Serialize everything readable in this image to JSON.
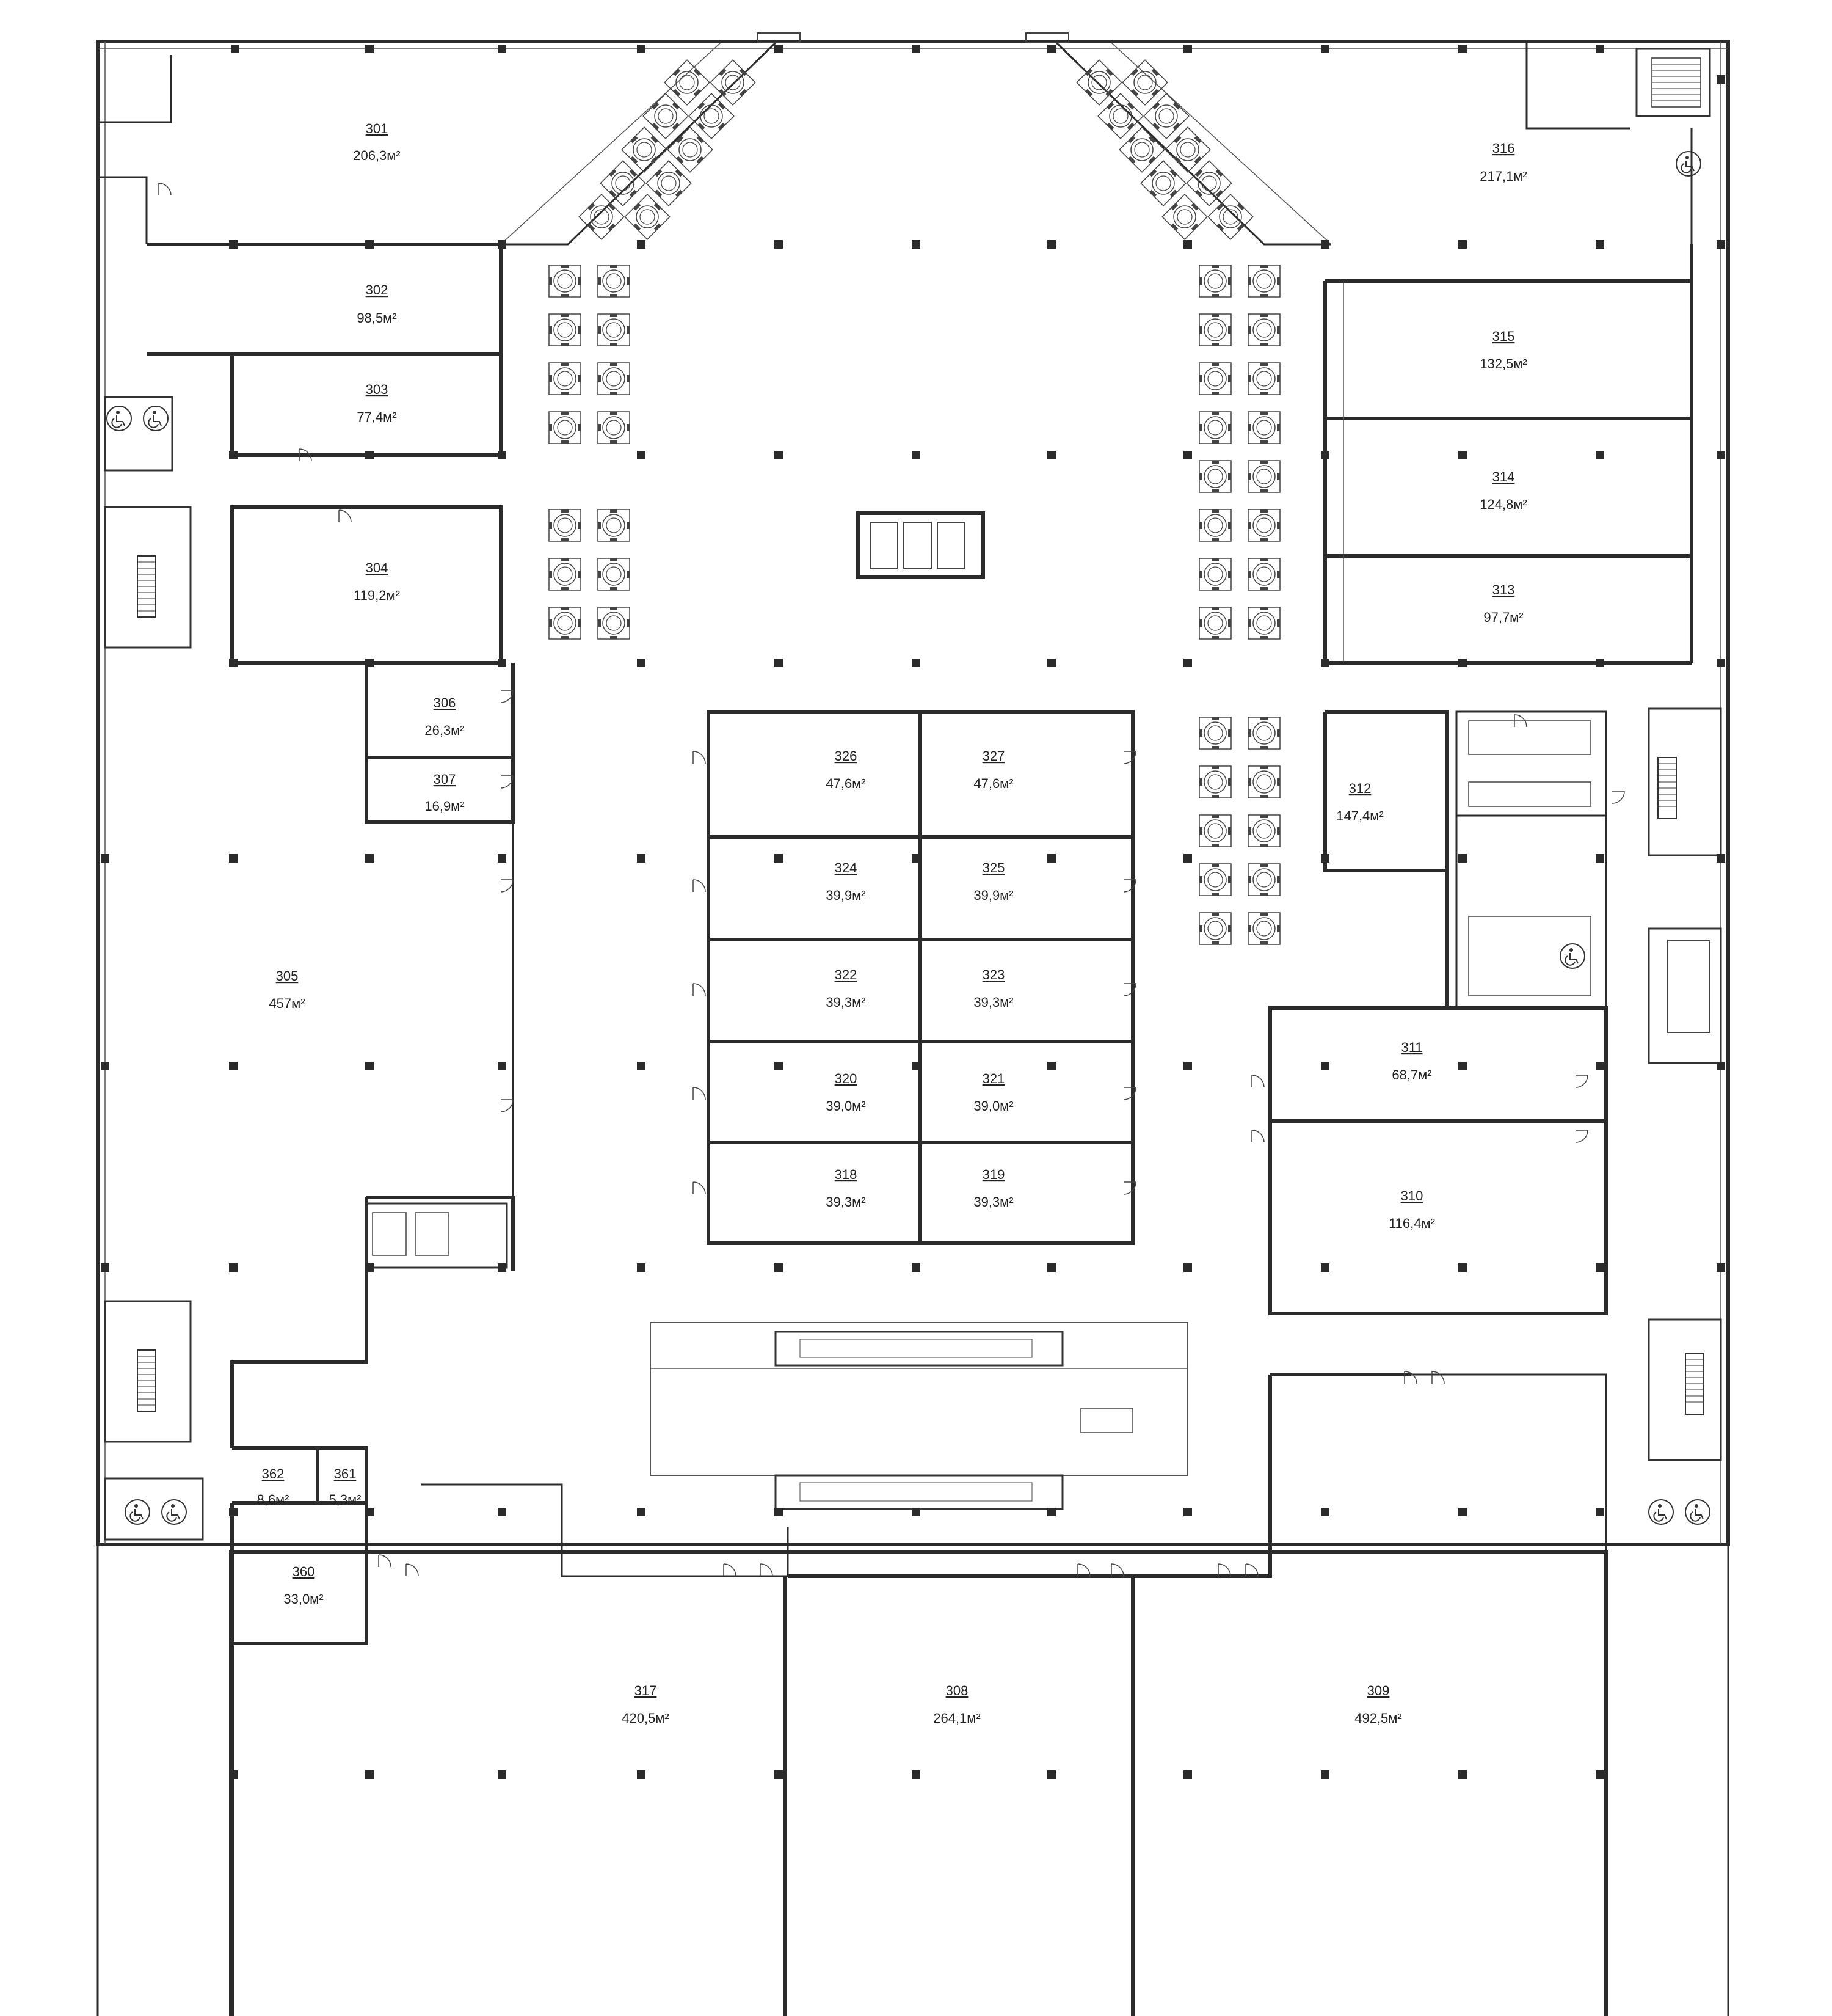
{
  "plan": {
    "unit": "м²",
    "colors": {
      "wall": "#2b2b2b",
      "column": "#2b2b2b",
      "background": "#ffffff"
    },
    "rooms": [
      {
        "id": "301",
        "area": "206,3м²"
      },
      {
        "id": "302",
        "area": "98,5м²"
      },
      {
        "id": "303",
        "area": "77,4м²"
      },
      {
        "id": "304",
        "area": "119,2м²"
      },
      {
        "id": "305",
        "area": "457м²"
      },
      {
        "id": "306",
        "area": "26,3м²"
      },
      {
        "id": "307",
        "area": "16,9м²"
      },
      {
        "id": "308",
        "area": "264,1м²"
      },
      {
        "id": "309",
        "area": "492,5м²"
      },
      {
        "id": "310",
        "area": "116,4м²"
      },
      {
        "id": "311",
        "area": "68,7м²"
      },
      {
        "id": "312",
        "area": "147,4м²"
      },
      {
        "id": "313",
        "area": "97,7м²"
      },
      {
        "id": "314",
        "area": "124,8м²"
      },
      {
        "id": "315",
        "area": "132,5м²"
      },
      {
        "id": "316",
        "area": "217,1м²"
      },
      {
        "id": "317",
        "area": "420,5м²"
      },
      {
        "id": "318",
        "area": "39,3м²"
      },
      {
        "id": "319",
        "area": "39,3м²"
      },
      {
        "id": "320",
        "area": "39,0м²"
      },
      {
        "id": "321",
        "area": "39,0м²"
      },
      {
        "id": "322",
        "area": "39,3м²"
      },
      {
        "id": "323",
        "area": "39,3м²"
      },
      {
        "id": "324",
        "area": "39,9м²"
      },
      {
        "id": "325",
        "area": "39,9м²"
      },
      {
        "id": "326",
        "area": "47,6м²"
      },
      {
        "id": "327",
        "area": "47,6м²"
      },
      {
        "id": "360",
        "area": "33,0м²"
      },
      {
        "id": "361",
        "area": "5,3м²"
      },
      {
        "id": "362",
        "area": "8,6м²"
      }
    ],
    "icons": [
      "wheelchair-icon",
      "stairs-icon",
      "elevator-icon",
      "escalator-icon",
      "door-icon",
      "dining-table-icon",
      "column-icon",
      "toilet-icon"
    ]
  }
}
